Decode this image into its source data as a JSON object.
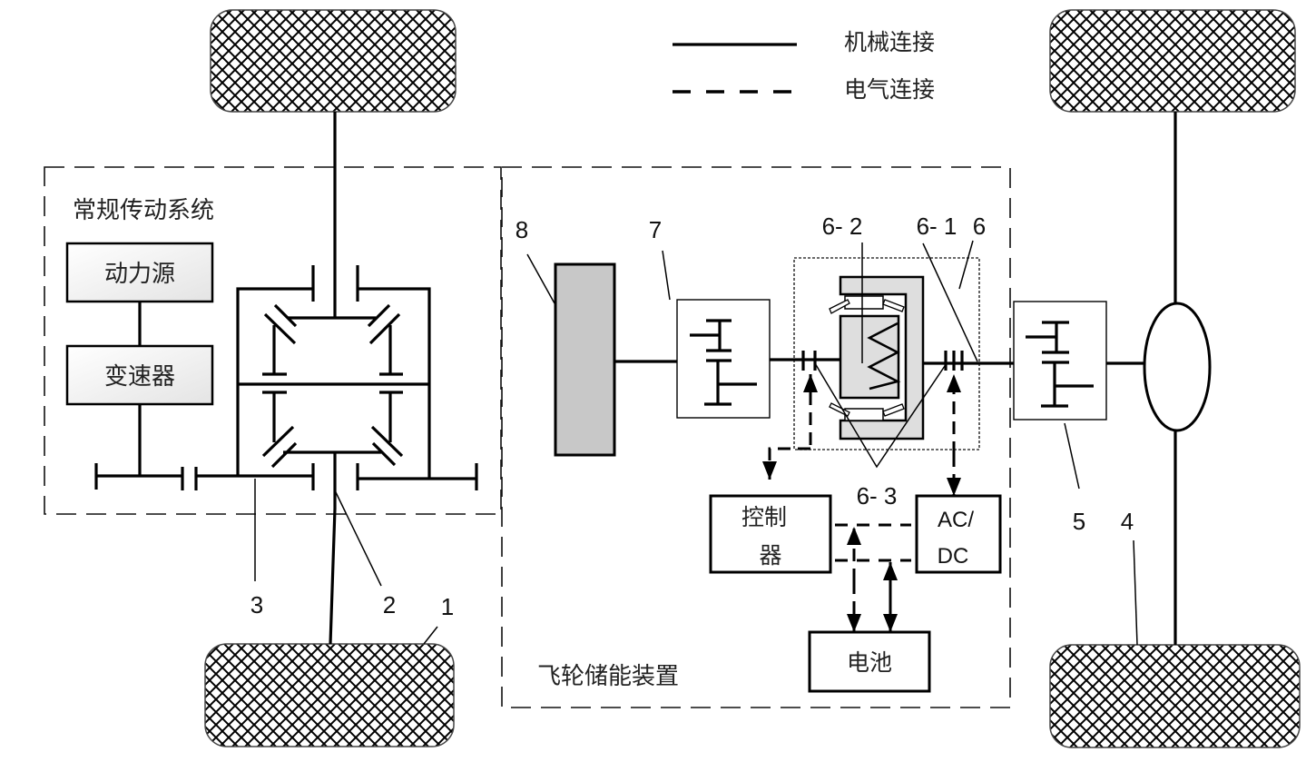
{
  "legend": {
    "mechanical": "机械连接",
    "electrical": "电气连接"
  },
  "groups": {
    "conventional": "常规传动系统",
    "flywheel": "飞轮储能装置"
  },
  "blocks": {
    "power_source": "动力源",
    "gearbox": "变速器",
    "controller_line1": "控制",
    "controller_line2": "器",
    "acdc_line1": "AC/",
    "acdc_line2": "DC",
    "battery": "电池"
  },
  "callouts": {
    "c1": "1",
    "c2": "2",
    "c3": "3",
    "c4": "4",
    "c5": "5",
    "c6": "6",
    "c6_1": "6- 1",
    "c6_2": "6- 2",
    "c6_3": "6- 3",
    "c7": "7",
    "c8": "8"
  },
  "colors": {
    "line": "#000000",
    "flywheel_fill": "#c8c8c8",
    "motor_fill": "#dedede",
    "block_fill_top": "#ffffff",
    "block_fill_bottom": "#e6e6e6"
  }
}
